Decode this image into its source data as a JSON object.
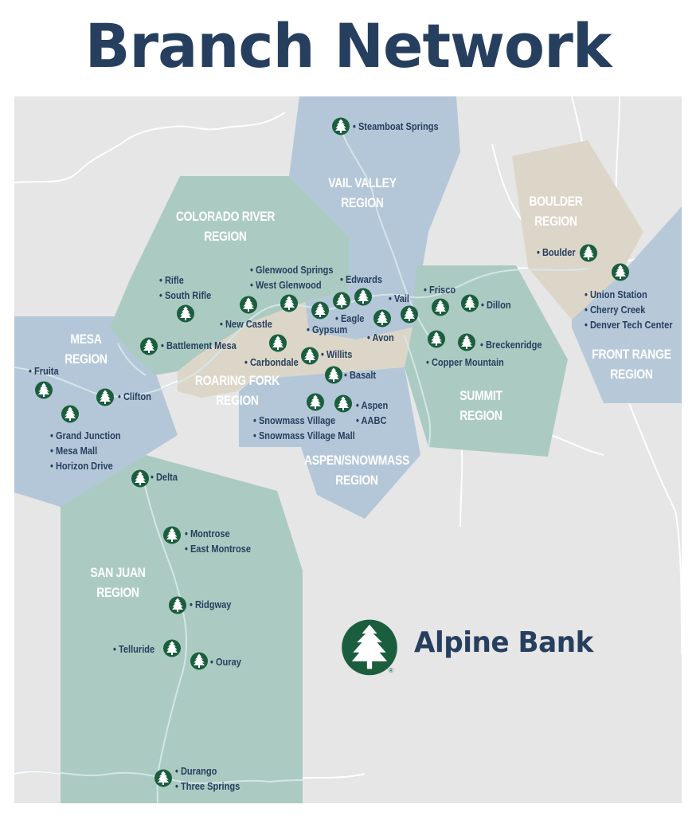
{
  "title": "Branch Network",
  "colors": {
    "title": "#273f5f",
    "map_background": "#e6e6e7",
    "region_blue": "#b4c7d8",
    "region_green": "#abcbc2",
    "region_tan": "#dcd6c8",
    "tree_icon": "#1b5e3e",
    "label_text": "#273f5f",
    "region_label_text": "#ffffff",
    "road": "#ffffff"
  },
  "regions": [
    {
      "name": "VAIL VALLEY",
      "suffix": "REGION",
      "color": "blue"
    },
    {
      "name": "BOULDER",
      "suffix": "REGION",
      "color": "tan"
    },
    {
      "name": "COLORADO RIVER",
      "suffix": "REGION",
      "color": "green"
    },
    {
      "name": "MESA",
      "suffix": "REGION",
      "color": "blue"
    },
    {
      "name": "ROARING FORK",
      "suffix": "REGION",
      "color": "tan"
    },
    {
      "name": "SUMMIT",
      "suffix": "REGION",
      "color": "green"
    },
    {
      "name": "FRONT RANGE",
      "suffix": "REGION",
      "color": "blue"
    },
    {
      "name": "ASPEN/SNOWMASS",
      "suffix": "REGION",
      "color": "blue"
    },
    {
      "name": "SAN JUAN",
      "suffix": "REGION",
      "color": "green"
    }
  ],
  "branches": {
    "steamboat": "• Steamboat Springs",
    "boulder": "• Boulder",
    "union_station": "• Union Station",
    "cherry_creek": "• Cherry Creek",
    "denver_tech": "• Denver Tech Center",
    "rifle": "• Rifle",
    "south_rifle": "• South Rifle",
    "glenwood": "• Glenwood Springs",
    "west_glenwood": "• West Glenwood",
    "new_castle": "• New Castle",
    "battlement": "• Battlement Mesa",
    "edwards": "• Edwards",
    "eagle": "• Eagle",
    "gypsum": "• Gypsum",
    "avon": "• Avon",
    "vail": "• Vail",
    "frisco": "• Frisco",
    "dillon": "• Dillon",
    "breckenridge": "• Breckenridge",
    "copper": "• Copper Mountain",
    "carbondale": "• Carbondale",
    "willits": "• Willits",
    "basalt": "• Basalt",
    "aspen": "• Aspen",
    "aabc": "• AABC",
    "snowmass": "• Snowmass Village",
    "snowmass_mall": "• Snowmass Village Mall",
    "fruita": "• Fruita",
    "clifton": "• Clifton",
    "grand_junction": "• Grand Junction",
    "mesa_mall": "• Mesa Mall",
    "horizon": "• Horizon Drive",
    "delta": "• Delta",
    "montrose": "• Montrose",
    "east_montrose": "• East Montrose",
    "ridgway": "• Ridgway",
    "telluride": "• Telluride",
    "ouray": "• Ouray",
    "durango": "• Durango",
    "three_springs": "• Three Springs"
  },
  "logo": {
    "name": "Alpine Bank",
    "registered": "®",
    "icon": "tree-logo-icon"
  }
}
